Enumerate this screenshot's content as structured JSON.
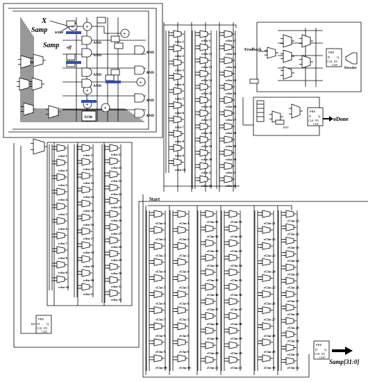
{
  "labels": {
    "x": "X",
    "samp": "Samp",
    "scale_sub": "scale",
    "off_sub": "off",
    "feedback": "Feedback",
    "decoder": "Decoder",
    "odone": "oDone",
    "start": "Start",
    "samp_bus": "Samp[31:0]",
    "and": "AND",
    "xor": "XOR",
    "pre": "PRE",
    "clr": "CLR",
    "clk": "CLK",
    "en": "EN",
    "rst": "RST"
  },
  "modules": {
    "rchn_prefix": "rchn-",
    "rchn_top_ranges": [
      [
        1,
        10
      ],
      [
        11,
        22
      ],
      [
        21,
        32
      ]
    ],
    "rchn_mid_ranges": [
      [
        1,
        10
      ],
      [
        11,
        21
      ],
      [
        21,
        32
      ]
    ],
    "cchn_prefix": "rClm-",
    "cchn_ranges": [
      [
        1,
        10
      ],
      [
        1,
        10
      ],
      [
        11,
        21
      ],
      [
        11,
        21
      ],
      [
        21,
        30
      ],
      [
        21,
        32
      ]
    ]
  }
}
